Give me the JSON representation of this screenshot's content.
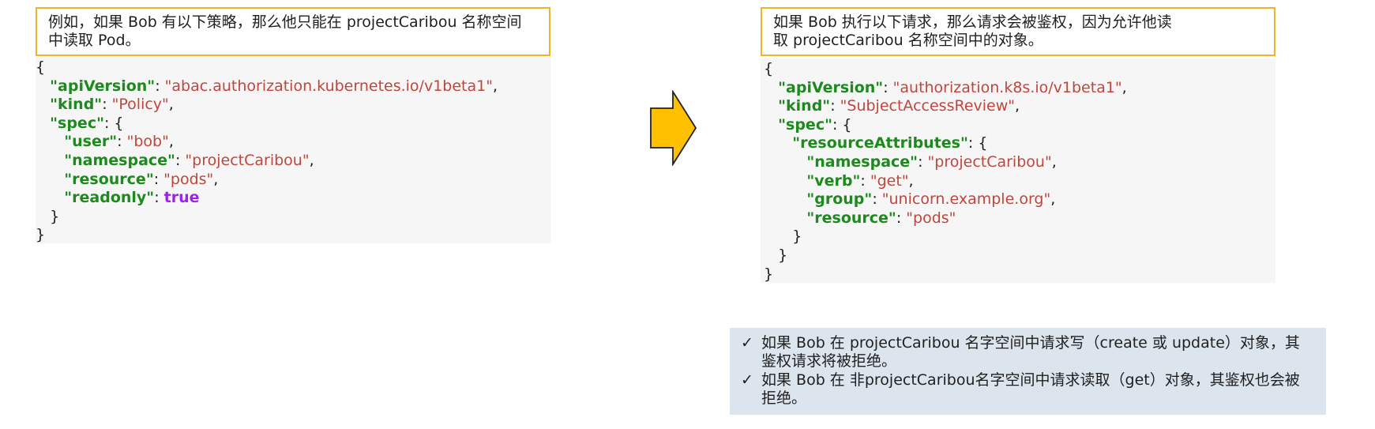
{
  "left": {
    "callout": "例如，如果 Bob 有以下策略，那么他只能在 projectCaribou 名称空间\n中读取 Pod。",
    "code": [
      [
        {
          "t": "p",
          "v": "{"
        }
      ],
      [
        {
          "t": "p",
          "v": "   "
        },
        {
          "t": "k",
          "v": "\"apiVersion\""
        },
        {
          "t": "p",
          "v": ": "
        },
        {
          "t": "s",
          "v": "\"abac.authorization.kubernetes.io/v1beta1\""
        },
        {
          "t": "p",
          "v": ","
        }
      ],
      [
        {
          "t": "p",
          "v": "   "
        },
        {
          "t": "k",
          "v": "\"kind\""
        },
        {
          "t": "p",
          "v": ": "
        },
        {
          "t": "s",
          "v": "\"Policy\""
        },
        {
          "t": "p",
          "v": ","
        }
      ],
      [
        {
          "t": "p",
          "v": "   "
        },
        {
          "t": "k",
          "v": "\"spec\""
        },
        {
          "t": "p",
          "v": ": {"
        }
      ],
      [
        {
          "t": "p",
          "v": "      "
        },
        {
          "t": "k",
          "v": "\"user\""
        },
        {
          "t": "p",
          "v": ": "
        },
        {
          "t": "s",
          "v": "\"bob\""
        },
        {
          "t": "p",
          "v": ","
        }
      ],
      [
        {
          "t": "p",
          "v": "      "
        },
        {
          "t": "k",
          "v": "\"namespace\""
        },
        {
          "t": "p",
          "v": ": "
        },
        {
          "t": "s",
          "v": "\"projectCaribou\""
        },
        {
          "t": "p",
          "v": ","
        }
      ],
      [
        {
          "t": "p",
          "v": "      "
        },
        {
          "t": "k",
          "v": "\"resource\""
        },
        {
          "t": "p",
          "v": ": "
        },
        {
          "t": "s",
          "v": "\"pods\""
        },
        {
          "t": "p",
          "v": ","
        }
      ],
      [
        {
          "t": "p",
          "v": "      "
        },
        {
          "t": "k",
          "v": "\"readonly\""
        },
        {
          "t": "p",
          "v": ": "
        },
        {
          "t": "b",
          "v": "true"
        }
      ],
      [
        {
          "t": "p",
          "v": "   }"
        }
      ],
      [
        {
          "t": "p",
          "v": "}"
        }
      ]
    ]
  },
  "right": {
    "callout": "如果 Bob 执行以下请求，那么请求会被鉴权，因为允许他读\n取 projectCaribou 名称空间中的对象。",
    "code": [
      [
        {
          "t": "p",
          "v": "{"
        }
      ],
      [
        {
          "t": "p",
          "v": "   "
        },
        {
          "t": "k",
          "v": "\"apiVersion\""
        },
        {
          "t": "p",
          "v": ": "
        },
        {
          "t": "s",
          "v": "\"authorization.k8s.io/v1beta1\""
        },
        {
          "t": "p",
          "v": ","
        }
      ],
      [
        {
          "t": "p",
          "v": "   "
        },
        {
          "t": "k",
          "v": "\"kind\""
        },
        {
          "t": "p",
          "v": ": "
        },
        {
          "t": "s",
          "v": "\"SubjectAccessReview\""
        },
        {
          "t": "p",
          "v": ","
        }
      ],
      [
        {
          "t": "p",
          "v": "   "
        },
        {
          "t": "k",
          "v": "\"spec\""
        },
        {
          "t": "p",
          "v": ": {"
        }
      ],
      [
        {
          "t": "p",
          "v": "      "
        },
        {
          "t": "k",
          "v": "\"resourceAttributes\""
        },
        {
          "t": "p",
          "v": ": {"
        }
      ],
      [
        {
          "t": "p",
          "v": "         "
        },
        {
          "t": "k",
          "v": "\"namespace\""
        },
        {
          "t": "p",
          "v": ": "
        },
        {
          "t": "s",
          "v": "\"projectCaribou\""
        },
        {
          "t": "p",
          "v": ","
        }
      ],
      [
        {
          "t": "p",
          "v": "         "
        },
        {
          "t": "k",
          "v": "\"verb\""
        },
        {
          "t": "p",
          "v": ": "
        },
        {
          "t": "s",
          "v": "\"get\""
        },
        {
          "t": "p",
          "v": ","
        }
      ],
      [
        {
          "t": "p",
          "v": "         "
        },
        {
          "t": "k",
          "v": "\"group\""
        },
        {
          "t": "p",
          "v": ": "
        },
        {
          "t": "s",
          "v": "\"unicorn.example.org\""
        },
        {
          "t": "p",
          "v": ","
        }
      ],
      [
        {
          "t": "p",
          "v": "         "
        },
        {
          "t": "k",
          "v": "\"resource\""
        },
        {
          "t": "p",
          "v": ": "
        },
        {
          "t": "s",
          "v": "\"pods\""
        }
      ],
      [
        {
          "t": "p",
          "v": "      }"
        }
      ],
      [
        {
          "t": "p",
          "v": "   }"
        }
      ],
      [
        {
          "t": "p",
          "v": "}"
        }
      ]
    ]
  },
  "notes": {
    "check_symbol": "✓",
    "items": [
      "如果 Bob 在 projectCaribou 名字空间中请求写（create 或 update）对象，其\n鉴权请求将被拒绝。",
      "如果 Bob 在 非projectCaribou名字空间中请求读取（get）对象，其鉴权也会被\n拒绝。"
    ]
  },
  "colors": {
    "key": "#1c8a1c",
    "string": "#c0463d",
    "boolean": "#a020f0",
    "callout_border": "#f0b428",
    "arrow_fill": "#ffc000",
    "notes_background": "#dce4ee",
    "code_background": "#f6f6f6"
  },
  "icons": {
    "arrow": "right-arrow-icon",
    "check": "check-icon"
  }
}
